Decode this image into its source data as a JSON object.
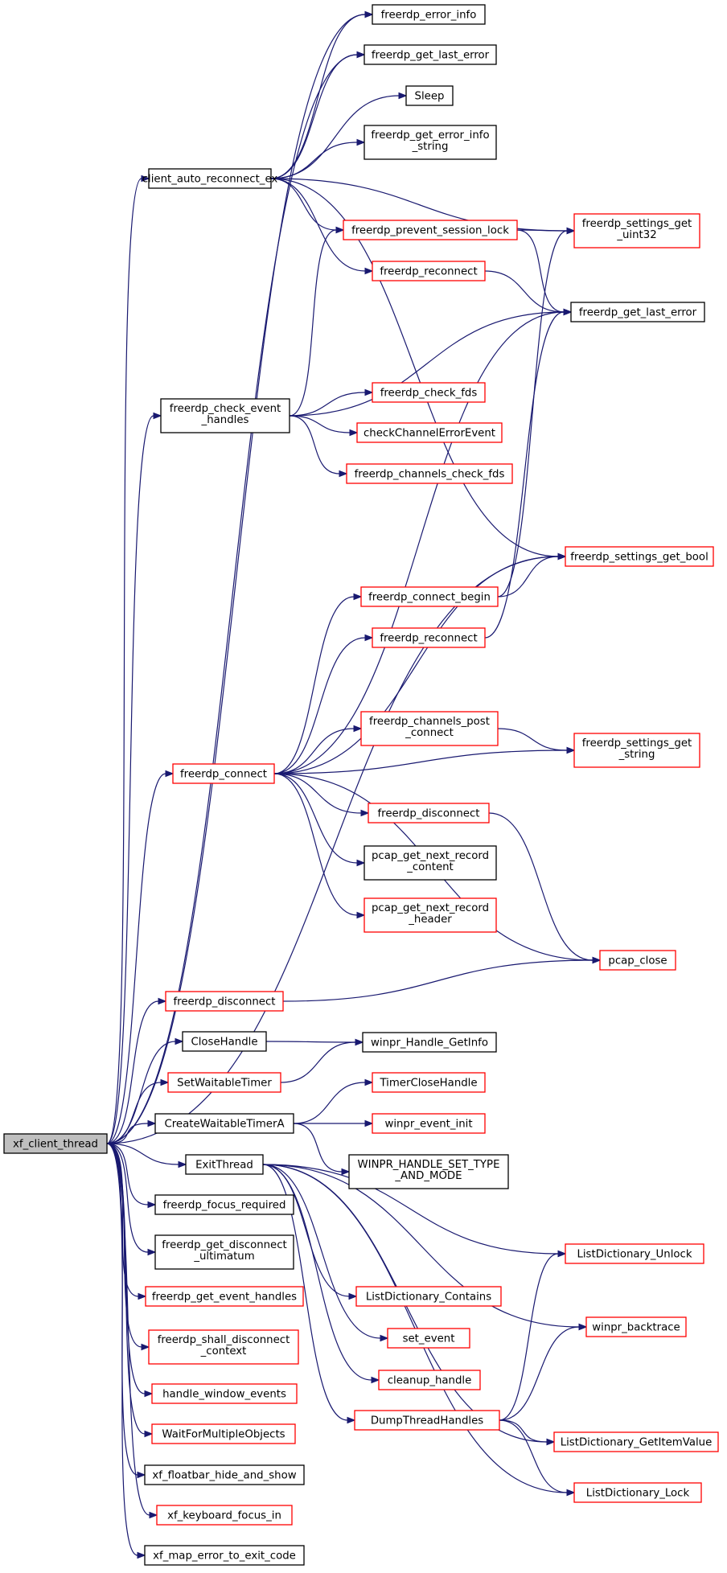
{
  "colors": {
    "edge": "#191970",
    "border_plain": "#000000",
    "border_link": "#ff0000",
    "root_fill": "#bfbfbf",
    "node_fill": "#ffffff"
  },
  "nodes": {
    "xf_client_thread": {
      "lines": [
        "xf_client_thread"
      ],
      "kind": "root"
    },
    "client_auto_reconnect_ex": {
      "lines": [
        "client_auto_reconnect_ex"
      ],
      "kind": "plain"
    },
    "freerdp_error_info": {
      "lines": [
        "freerdp_error_info"
      ],
      "kind": "plain"
    },
    "freerdp_get_last_error_1": {
      "lines": [
        "freerdp_get_last_error"
      ],
      "kind": "plain"
    },
    "Sleep": {
      "lines": [
        "Sleep"
      ],
      "kind": "plain"
    },
    "freerdp_get_error_info_string": {
      "lines": [
        "freerdp_get_error_info",
        "_string"
      ],
      "kind": "plain"
    },
    "freerdp_settings_get_uint32": {
      "lines": [
        "freerdp_settings_get",
        "_uint32"
      ],
      "kind": "link"
    },
    "freerdp_prevent_session_lock": {
      "lines": [
        "freerdp_prevent_session_lock"
      ],
      "kind": "link"
    },
    "freerdp_reconnect_1": {
      "lines": [
        "freerdp_reconnect"
      ],
      "kind": "link"
    },
    "freerdp_get_last_error_2": {
      "lines": [
        "freerdp_get_last_error"
      ],
      "kind": "plain"
    },
    "freerdp_check_event_handles": {
      "lines": [
        "freerdp_check_event",
        "_handles"
      ],
      "kind": "plain"
    },
    "freerdp_check_fds": {
      "lines": [
        "freerdp_check_fds"
      ],
      "kind": "link"
    },
    "checkChannelErrorEvent": {
      "lines": [
        "checkChannelErrorEvent"
      ],
      "kind": "link"
    },
    "freerdp_channels_check_fds": {
      "lines": [
        "freerdp_channels_check_fds"
      ],
      "kind": "link"
    },
    "freerdp_settings_get_bool": {
      "lines": [
        "freerdp_settings_get_bool"
      ],
      "kind": "link"
    },
    "freerdp_connect_begin": {
      "lines": [
        "freerdp_connect_begin"
      ],
      "kind": "link"
    },
    "freerdp_reconnect_2": {
      "lines": [
        "freerdp_reconnect"
      ],
      "kind": "link"
    },
    "freerdp_channels_post_connect": {
      "lines": [
        "freerdp_channels_post",
        "_connect"
      ],
      "kind": "link"
    },
    "freerdp_settings_get_string": {
      "lines": [
        "freerdp_settings_get",
        "_string"
      ],
      "kind": "link"
    },
    "freerdp_connect": {
      "lines": [
        "freerdp_connect"
      ],
      "kind": "link"
    },
    "freerdp_disconnect_1": {
      "lines": [
        "freerdp_disconnect"
      ],
      "kind": "link"
    },
    "pcap_get_next_record_content": {
      "lines": [
        "pcap_get_next_record",
        "_content"
      ],
      "kind": "plain"
    },
    "pcap_get_next_record_header": {
      "lines": [
        "pcap_get_next_record",
        "_header"
      ],
      "kind": "link"
    },
    "pcap_close": {
      "lines": [
        "pcap_close"
      ],
      "kind": "link"
    },
    "freerdp_disconnect_2": {
      "lines": [
        "freerdp_disconnect"
      ],
      "kind": "link"
    },
    "CloseHandle": {
      "lines": [
        "CloseHandle"
      ],
      "kind": "plain"
    },
    "winpr_Handle_GetInfo": {
      "lines": [
        "winpr_Handle_GetInfo"
      ],
      "kind": "plain"
    },
    "SetWaitableTimer": {
      "lines": [
        "SetWaitableTimer"
      ],
      "kind": "link"
    },
    "TimerCloseHandle": {
      "lines": [
        "TimerCloseHandle"
      ],
      "kind": "link"
    },
    "CreateWaitableTimerA": {
      "lines": [
        "CreateWaitableTimerA"
      ],
      "kind": "plain"
    },
    "winpr_event_init": {
      "lines": [
        "winpr_event_init"
      ],
      "kind": "link"
    },
    "ExitThread": {
      "lines": [
        "ExitThread"
      ],
      "kind": "plain"
    },
    "WINPR_HANDLE_SET_TYPE_AND_MODE": {
      "lines": [
        "WINPR_HANDLE_SET_TYPE",
        "_AND_MODE"
      ],
      "kind": "plain"
    },
    "freerdp_focus_required": {
      "lines": [
        "freerdp_focus_required"
      ],
      "kind": "plain"
    },
    "ListDictionary_Unlock": {
      "lines": [
        "ListDictionary_Unlock"
      ],
      "kind": "link"
    },
    "freerdp_get_disconnect_ultimatum": {
      "lines": [
        "freerdp_get_disconnect",
        "_ultimatum"
      ],
      "kind": "plain"
    },
    "freerdp_get_event_handles": {
      "lines": [
        "freerdp_get_event_handles"
      ],
      "kind": "link"
    },
    "ListDictionary_Contains": {
      "lines": [
        "ListDictionary_Contains"
      ],
      "kind": "link"
    },
    "winpr_backtrace": {
      "lines": [
        "winpr_backtrace"
      ],
      "kind": "link"
    },
    "freerdp_shall_disconnect_context": {
      "lines": [
        "freerdp_shall_disconnect",
        "_context"
      ],
      "kind": "link"
    },
    "set_event": {
      "lines": [
        "set_event"
      ],
      "kind": "link"
    },
    "handle_window_events": {
      "lines": [
        "handle_window_events"
      ],
      "kind": "link"
    },
    "cleanup_handle": {
      "lines": [
        "cleanup_handle"
      ],
      "kind": "link"
    },
    "WaitForMultipleObjects": {
      "lines": [
        "WaitForMultipleObjects"
      ],
      "kind": "link"
    },
    "DumpThreadHandles": {
      "lines": [
        "DumpThreadHandles"
      ],
      "kind": "link"
    },
    "ListDictionary_GetItemValue": {
      "lines": [
        "ListDictionary_GetItemValue"
      ],
      "kind": "link"
    },
    "xf_floatbar_hide_and_show": {
      "lines": [
        "xf_floatbar_hide_and_show"
      ],
      "kind": "plain"
    },
    "ListDictionary_Lock": {
      "lines": [
        "ListDictionary_Lock"
      ],
      "kind": "link"
    },
    "xf_keyboard_focus_in": {
      "lines": [
        "xf_keyboard_focus_in"
      ],
      "kind": "link"
    },
    "xf_map_error_to_exit_code": {
      "lines": [
        "xf_map_error_to_exit_code"
      ],
      "kind": "plain"
    }
  },
  "edges": [
    [
      "xf_client_thread",
      "client_auto_reconnect_ex"
    ],
    [
      "xf_client_thread",
      "freerdp_error_info"
    ],
    [
      "xf_client_thread",
      "freerdp_get_last_error_1"
    ],
    [
      "xf_client_thread",
      "freerdp_check_event_handles"
    ],
    [
      "xf_client_thread",
      "freerdp_settings_get_bool"
    ],
    [
      "xf_client_thread",
      "freerdp_connect"
    ],
    [
      "xf_client_thread",
      "freerdp_disconnect_2"
    ],
    [
      "xf_client_thread",
      "CloseHandle"
    ],
    [
      "xf_client_thread",
      "SetWaitableTimer"
    ],
    [
      "xf_client_thread",
      "CreateWaitableTimerA"
    ],
    [
      "xf_client_thread",
      "ExitThread"
    ],
    [
      "xf_client_thread",
      "freerdp_focus_required"
    ],
    [
      "xf_client_thread",
      "freerdp_get_disconnect_ultimatum"
    ],
    [
      "xf_client_thread",
      "freerdp_get_event_handles"
    ],
    [
      "xf_client_thread",
      "freerdp_shall_disconnect_context"
    ],
    [
      "xf_client_thread",
      "handle_window_events"
    ],
    [
      "xf_client_thread",
      "WaitForMultipleObjects"
    ],
    [
      "xf_client_thread",
      "xf_floatbar_hide_and_show"
    ],
    [
      "xf_client_thread",
      "xf_keyboard_focus_in"
    ],
    [
      "xf_client_thread",
      "xf_map_error_to_exit_code"
    ],
    [
      "client_auto_reconnect_ex",
      "freerdp_error_info"
    ],
    [
      "client_auto_reconnect_ex",
      "freerdp_get_last_error_1"
    ],
    [
      "client_auto_reconnect_ex",
      "Sleep"
    ],
    [
      "client_auto_reconnect_ex",
      "freerdp_get_error_info_string"
    ],
    [
      "client_auto_reconnect_ex",
      "freerdp_settings_get_uint32"
    ],
    [
      "client_auto_reconnect_ex",
      "freerdp_prevent_session_lock"
    ],
    [
      "client_auto_reconnect_ex",
      "freerdp_reconnect_1"
    ],
    [
      "client_auto_reconnect_ex",
      "freerdp_settings_get_bool"
    ],
    [
      "freerdp_prevent_session_lock",
      "freerdp_settings_get_uint32"
    ],
    [
      "freerdp_prevent_session_lock",
      "freerdp_get_last_error_2"
    ],
    [
      "freerdp_reconnect_1",
      "freerdp_get_last_error_2"
    ],
    [
      "freerdp_check_event_handles",
      "freerdp_prevent_session_lock"
    ],
    [
      "freerdp_check_event_handles",
      "freerdp_get_last_error_2"
    ],
    [
      "freerdp_check_event_handles",
      "freerdp_check_fds"
    ],
    [
      "freerdp_check_event_handles",
      "checkChannelErrorEvent"
    ],
    [
      "freerdp_check_event_handles",
      "freerdp_channels_check_fds"
    ],
    [
      "freerdp_connect_begin",
      "freerdp_settings_get_uint32"
    ],
    [
      "freerdp_connect_begin",
      "freerdp_settings_get_bool"
    ],
    [
      "freerdp_reconnect_2",
      "freerdp_get_last_error_2"
    ],
    [
      "freerdp_channels_post_connect",
      "freerdp_settings_get_string"
    ],
    [
      "freerdp_connect",
      "freerdp_get_last_error_2"
    ],
    [
      "freerdp_connect",
      "freerdp_connect_begin"
    ],
    [
      "freerdp_connect",
      "freerdp_reconnect_2"
    ],
    [
      "freerdp_connect",
      "freerdp_settings_get_bool"
    ],
    [
      "freerdp_connect",
      "freerdp_channels_post_connect"
    ],
    [
      "freerdp_connect",
      "freerdp_settings_get_string"
    ],
    [
      "freerdp_connect",
      "freerdp_disconnect_1"
    ],
    [
      "freerdp_connect",
      "pcap_get_next_record_content"
    ],
    [
      "freerdp_connect",
      "pcap_get_next_record_header"
    ],
    [
      "freerdp_connect",
      "pcap_close"
    ],
    [
      "freerdp_disconnect_1",
      "pcap_close"
    ],
    [
      "freerdp_disconnect_2",
      "pcap_close"
    ],
    [
      "CloseHandle",
      "winpr_Handle_GetInfo"
    ],
    [
      "SetWaitableTimer",
      "winpr_Handle_GetInfo"
    ],
    [
      "CreateWaitableTimerA",
      "TimerCloseHandle"
    ],
    [
      "CreateWaitableTimerA",
      "winpr_event_init"
    ],
    [
      "CreateWaitableTimerA",
      "WINPR_HANDLE_SET_TYPE_AND_MODE"
    ],
    [
      "ExitThread",
      "ListDictionary_Unlock"
    ],
    [
      "ExitThread",
      "ListDictionary_Contains"
    ],
    [
      "ExitThread",
      "winpr_backtrace"
    ],
    [
      "ExitThread",
      "set_event"
    ],
    [
      "ExitThread",
      "cleanup_handle"
    ],
    [
      "ExitThread",
      "DumpThreadHandles"
    ],
    [
      "ExitThread",
      "ListDictionary_GetItemValue"
    ],
    [
      "ExitThread",
      "ListDictionary_Lock"
    ],
    [
      "DumpThreadHandles",
      "ListDictionary_Unlock"
    ],
    [
      "DumpThreadHandles",
      "winpr_backtrace"
    ],
    [
      "DumpThreadHandles",
      "ListDictionary_GetItemValue"
    ],
    [
      "DumpThreadHandles",
      "ListDictionary_Lock"
    ]
  ]
}
